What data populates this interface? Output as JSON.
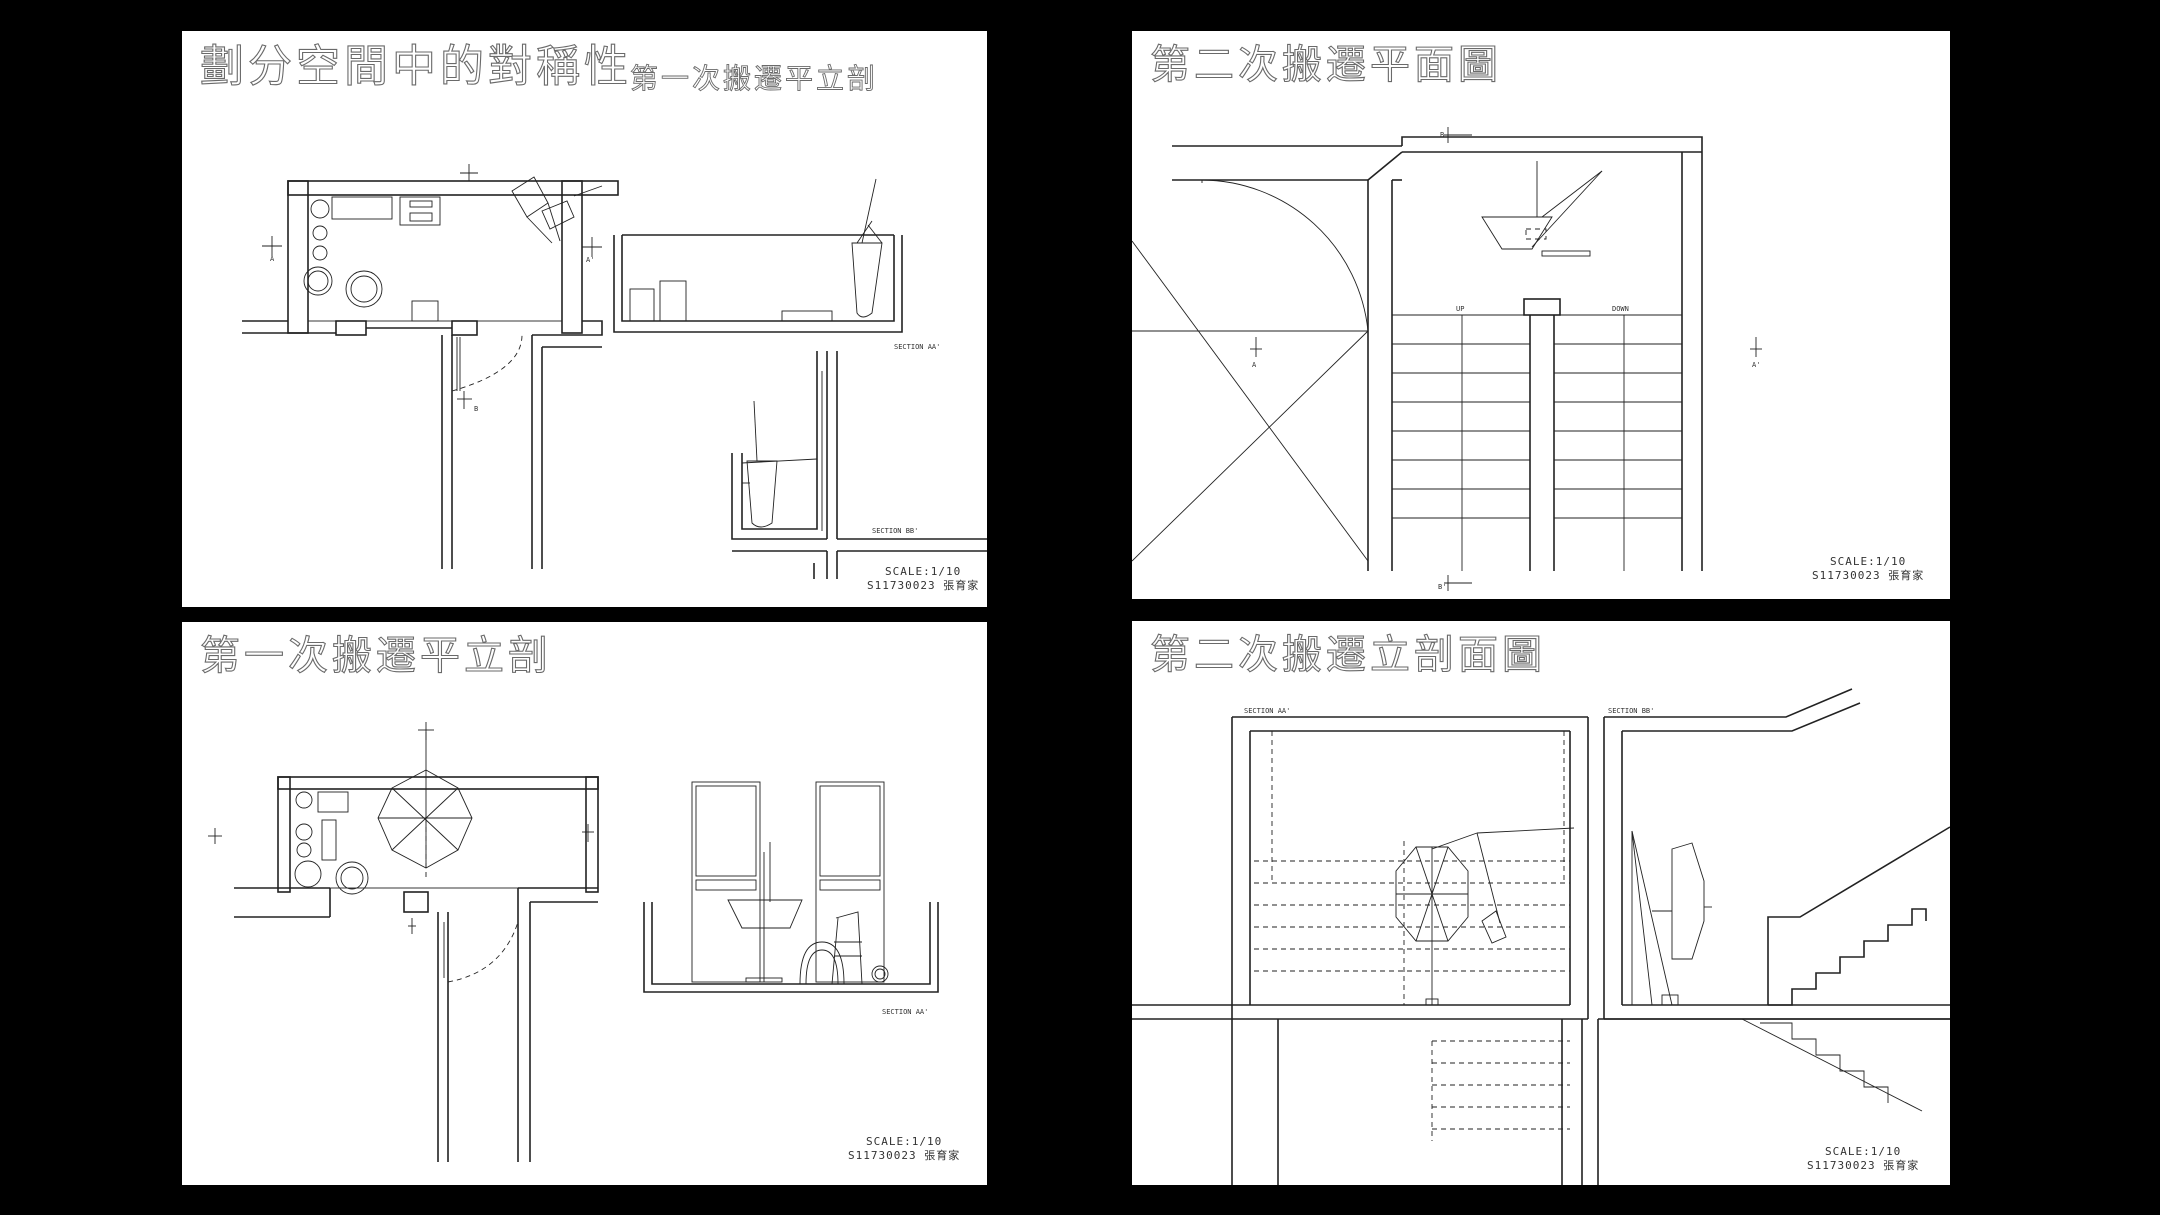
{
  "panels": {
    "top_left": {
      "title": "劃分空間中的對稱性",
      "subtitle": "第一次搬遷平立剖",
      "section_labels": [
        "SECTION AA'",
        "SECTION BB'"
      ],
      "axis_marks": [
        "A",
        "A'",
        "B"
      ],
      "scale": "SCALE:1/10",
      "student": "S11730023 張育家"
    },
    "top_right": {
      "title": "第二次搬遷平面圖",
      "stair_labels": [
        "UP",
        "DOWN"
      ],
      "axis_marks": [
        "B",
        "A",
        "A'",
        "B'"
      ],
      "scale": "SCALE:1/10",
      "student": "S11730023 張育家"
    },
    "bottom_left": {
      "title": "第一次搬遷平立剖",
      "section_labels": [
        "SECTION AA'"
      ],
      "scale": "SCALE:1/10",
      "student": "S11730023 張育家"
    },
    "bottom_right": {
      "title": "第二次搬遷立剖面圖",
      "section_labels": [
        "SECTION AA'",
        "SECTION BB'"
      ],
      "scale": "SCALE:1/10",
      "student": "S11730023 張育家"
    }
  },
  "colors": {
    "background": "#000000",
    "sheet": "#ffffff",
    "ink": "#222222",
    "title_outline": "#6a6a6a"
  }
}
